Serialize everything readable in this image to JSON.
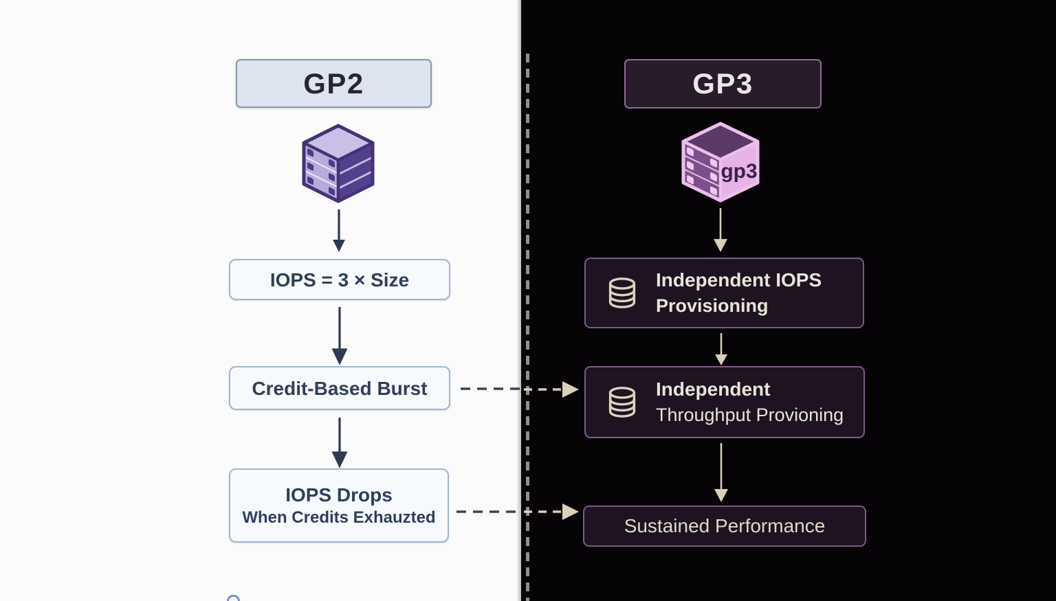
{
  "diagram_title": "GP2 vs GP3 EBS volume comparison",
  "gp2": {
    "header": "GP2",
    "icon": "gp2-volume-cube-icon",
    "boxes": [
      {
        "lines": [
          "IOPS = 3 × Size"
        ]
      },
      {
        "lines": [
          "Credit-Based Burst"
        ]
      },
      {
        "lines": [
          "IOPS Drops",
          "When Credits Exhauzted"
        ]
      }
    ]
  },
  "gp3": {
    "header": "GP3",
    "icon": "gp3-volume-cube-icon",
    "icon_label": "gp3",
    "boxes": [
      {
        "icon": "database-icon",
        "lines": [
          "Independent IOPS",
          "Provisioning"
        ]
      },
      {
        "icon": "database-icon",
        "lines": [
          "Independent",
          "Throughput Provioning"
        ]
      },
      {
        "lines": [
          "Sustained Performance"
        ]
      }
    ]
  },
  "connections": [
    {
      "from": "Credit-Based Burst",
      "to": "Independent Throughput Provioning",
      "style": "dashed-arrow"
    },
    {
      "from": "IOPS Drops When Credits Exhauzted",
      "to": "Sustained Performance",
      "style": "dashed-arrow"
    }
  ],
  "colors": {
    "left_background": "#fbfbfc",
    "right_background": "#050305",
    "left_arrow": "#2e3a52",
    "right_arrow": "#d8cfba",
    "gp2_header_fill": "#dee5f0",
    "gp2_cube_purple": "#55418e",
    "left_box_border": "#a0b6cf",
    "left_text": "#2f4058",
    "gp3_header_fill": "#281c2b",
    "gp3_cube_pink": "#e5b0e6",
    "right_box_fill": "#1d1321",
    "right_box_border": "#7e5a88",
    "right_text": "#eae3d9",
    "divider_dash": "#8e8e8e"
  }
}
